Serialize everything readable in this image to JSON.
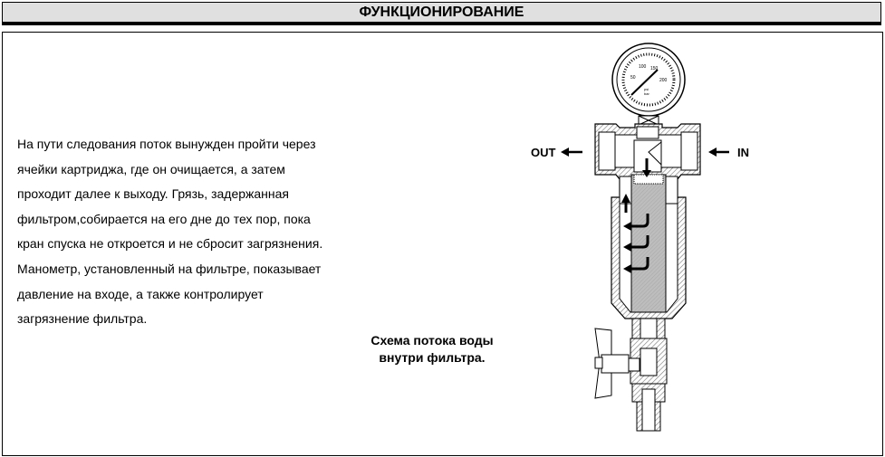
{
  "header": {
    "title": "ФУНКЦИОНИРОВАНИЕ"
  },
  "description": {
    "lines": [
      "На пути следования поток вынужден пройти через",
      "ячейки картриджа, где он очищается, а затем",
      "проходит далее к выходу. Грязь, задержанная",
      "фильтром,собирается на его дне до тех пор, пока",
      "кран спуска не откроется и не сбросит загрязнения.",
      "Манометр, установленный на фильтре, показывает",
      "давление на входе, а также контролирует",
      "загрязнение фильтра."
    ]
  },
  "diagram": {
    "caption_line1": "Схема потока воды",
    "caption_line2": "внутри фильтра.",
    "out_label": "OUT",
    "in_label": "IN",
    "gauge_scale": [
      "50",
      "100",
      "150",
      "200",
      "psi",
      "bar"
    ]
  }
}
